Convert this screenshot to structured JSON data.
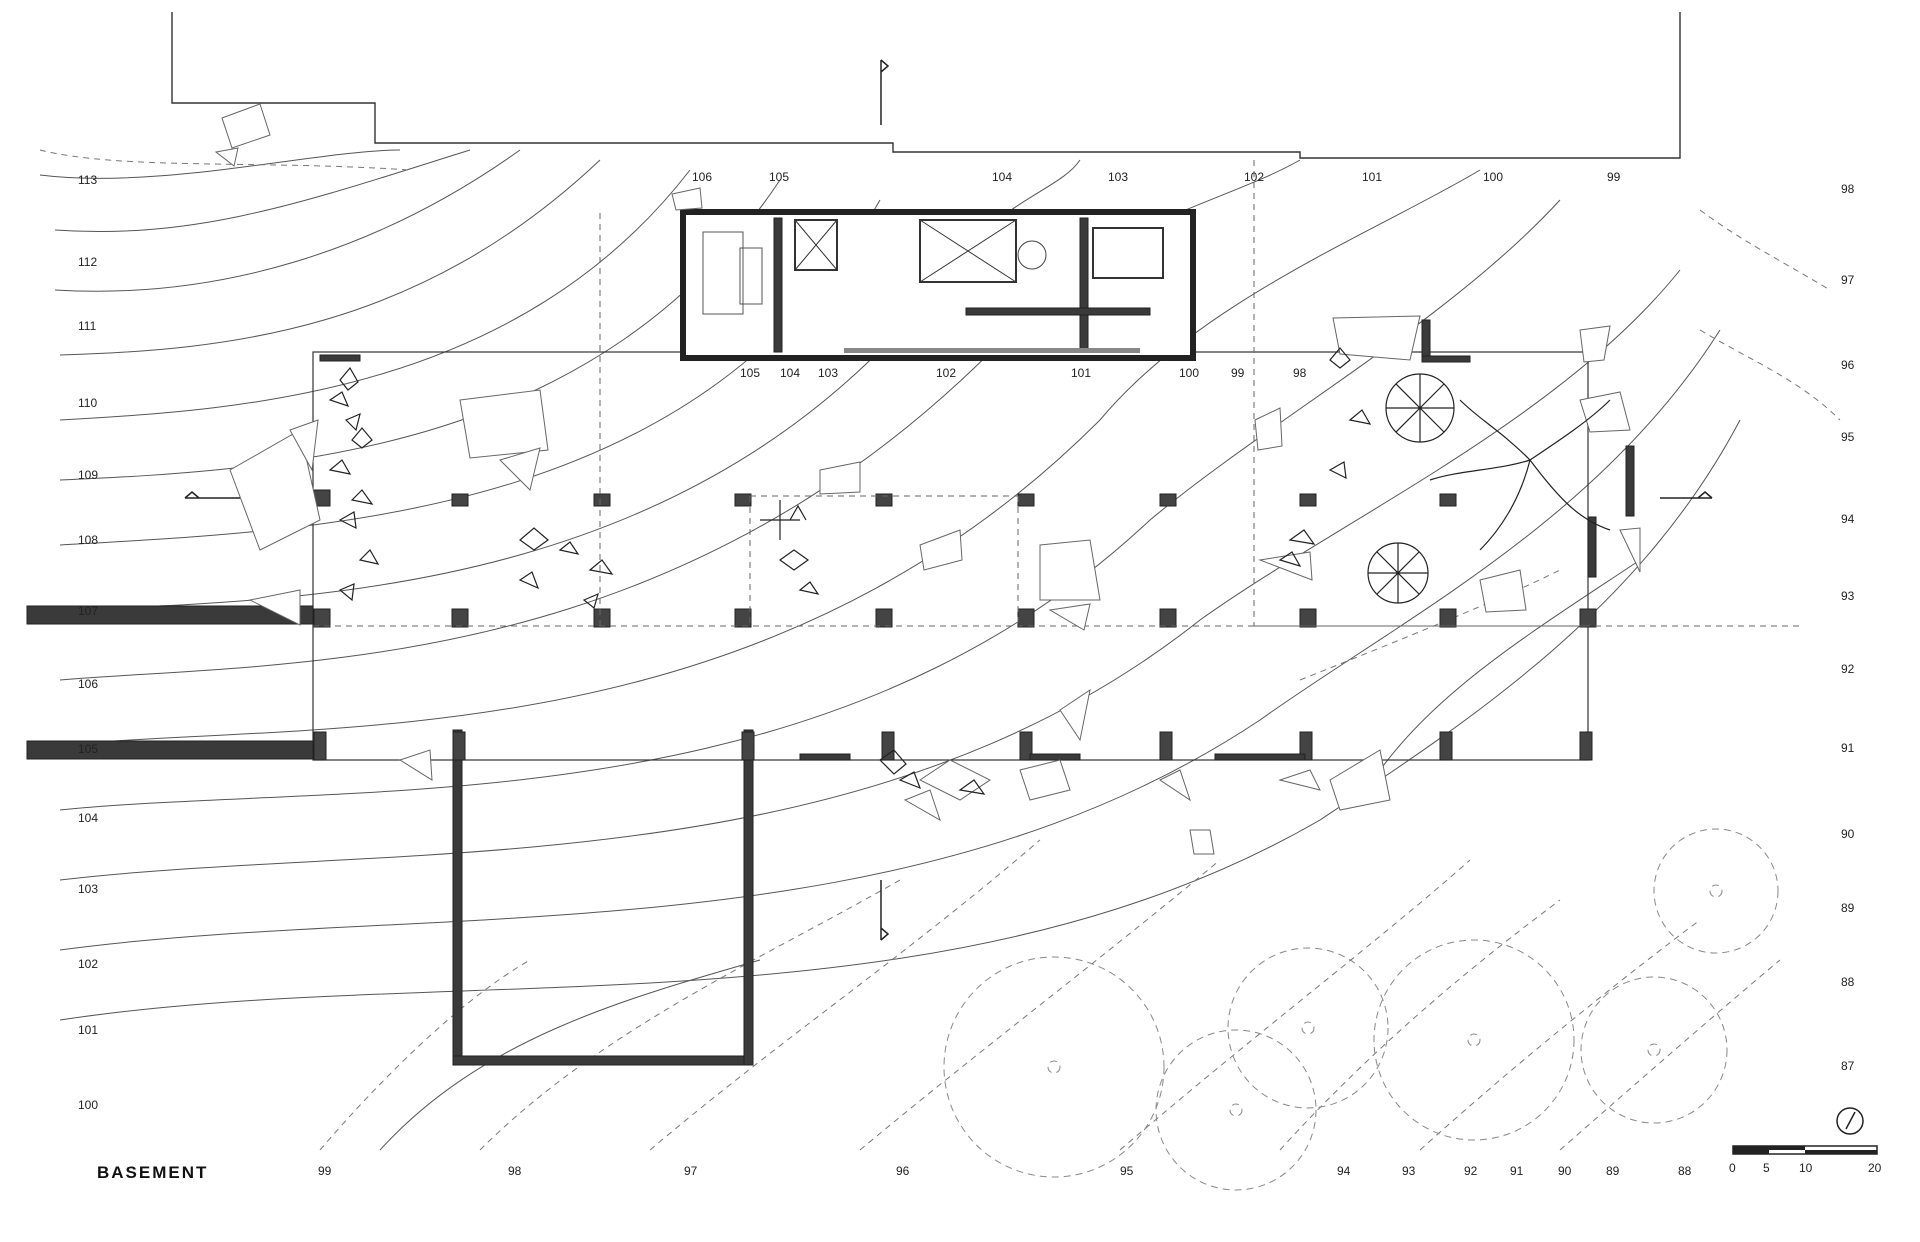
{
  "title": "BASEMENT",
  "contour_labels": {
    "left": [
      "113",
      "112",
      "111",
      "110",
      "109",
      "108",
      "107",
      "106",
      "105",
      "104",
      "103",
      "102",
      "101",
      "100"
    ],
    "right": [
      "98",
      "97",
      "96",
      "95",
      "94",
      "93",
      "92",
      "91",
      "90",
      "89",
      "88",
      "87"
    ],
    "bottom": [
      "99",
      "98",
      "97",
      "96",
      "95",
      "94",
      "93",
      "92",
      "91",
      "90",
      "89",
      "88"
    ],
    "top": [
      "106",
      "105",
      "104",
      "103",
      "102",
      "101",
      "100",
      "99"
    ],
    "building_edge": [
      "105",
      "104",
      "103",
      "102",
      "101",
      "100",
      "99",
      "98"
    ]
  },
  "scale_bar": {
    "ticks": [
      "0",
      "5",
      "10",
      "20"
    ]
  },
  "colors": {
    "ink": "#222222",
    "wall": "#3a3a3a",
    "contour": "#555555",
    "paper": "#ffffff"
  },
  "icons": {
    "north_arrow": "north-arrow-icon",
    "section_marker": "section-cut-icon"
  }
}
